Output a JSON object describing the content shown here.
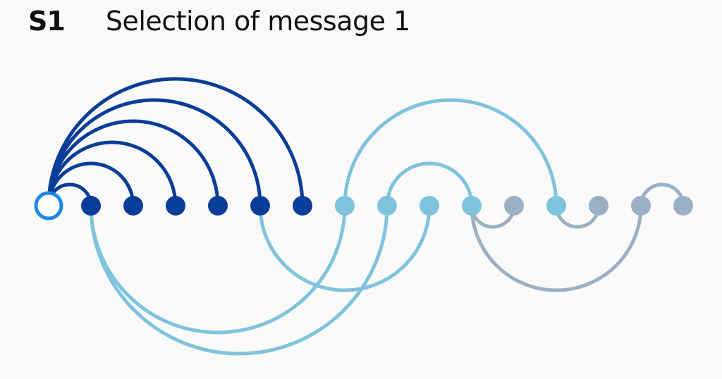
{
  "panel": {
    "label": "S1",
    "title": "Selection of message 1"
  },
  "colors": {
    "dark": "#0a3d97",
    "light": "#7fc3dc",
    "gray": "#9bb0c4",
    "origin_stroke": "#1d86e8",
    "background": "#fafafa"
  },
  "nodes": [
    {
      "id": 0,
      "group": "origin"
    },
    {
      "id": 1,
      "group": "dark"
    },
    {
      "id": 2,
      "group": "dark"
    },
    {
      "id": 3,
      "group": "dark"
    },
    {
      "id": 4,
      "group": "dark"
    },
    {
      "id": 5,
      "group": "dark"
    },
    {
      "id": 6,
      "group": "dark"
    },
    {
      "id": 7,
      "group": "light"
    },
    {
      "id": 8,
      "group": "light"
    },
    {
      "id": 9,
      "group": "light"
    },
    {
      "id": 10,
      "group": "light"
    },
    {
      "id": 11,
      "group": "gray"
    },
    {
      "id": 12,
      "group": "light"
    },
    {
      "id": 13,
      "group": "gray"
    },
    {
      "id": 14,
      "group": "gray"
    },
    {
      "id": 15,
      "group": "gray"
    }
  ],
  "links": [
    {
      "from": 0,
      "to": 1,
      "side": "above",
      "group": "dark"
    },
    {
      "from": 0,
      "to": 2,
      "side": "above",
      "group": "dark"
    },
    {
      "from": 0,
      "to": 3,
      "side": "above",
      "group": "dark"
    },
    {
      "from": 0,
      "to": 4,
      "side": "above",
      "group": "dark"
    },
    {
      "from": 0,
      "to": 5,
      "side": "above",
      "group": "dark"
    },
    {
      "from": 0,
      "to": 6,
      "side": "above",
      "group": "dark"
    },
    {
      "from": 1,
      "to": 7,
      "side": "below",
      "group": "light"
    },
    {
      "from": 1,
      "to": 8,
      "side": "below",
      "group": "light"
    },
    {
      "from": 5,
      "to": 9,
      "side": "below",
      "group": "light"
    },
    {
      "from": 7,
      "to": 12,
      "side": "above",
      "group": "light"
    },
    {
      "from": 8,
      "to": 10,
      "side": "above",
      "group": "light"
    },
    {
      "from": 10,
      "to": 11,
      "side": "below",
      "group": "gray"
    },
    {
      "from": 10,
      "to": 14,
      "side": "below",
      "group": "gray"
    },
    {
      "from": 12,
      "to": 13,
      "side": "below",
      "group": "gray"
    },
    {
      "from": 14,
      "to": 15,
      "side": "above",
      "group": "gray"
    }
  ]
}
